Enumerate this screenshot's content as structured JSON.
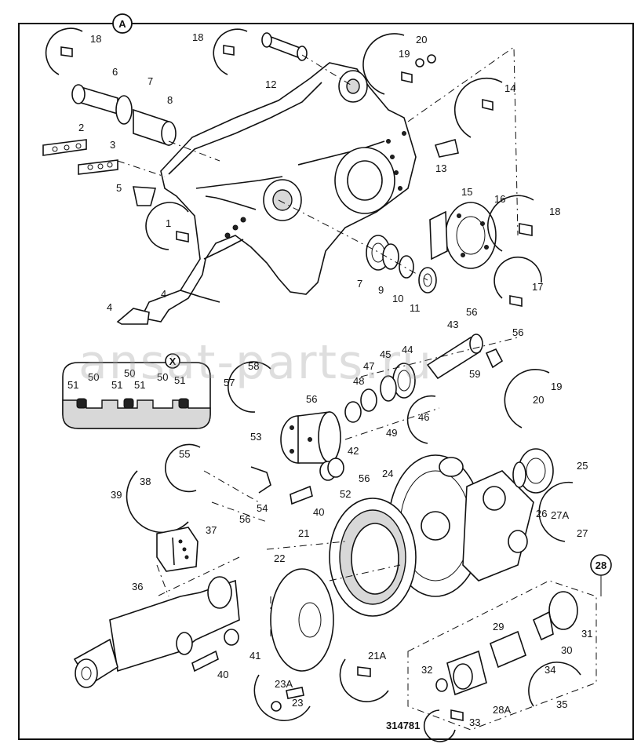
{
  "figure": {
    "corner_mark": "",
    "main_ref": "A",
    "drawing_number": "314781",
    "watermark": "ansat-parts.ru",
    "detail_x": "X",
    "kit_ref": "28"
  },
  "detail_x_labels": [
    "51",
    "50",
    "51",
    "50",
    "51",
    "50",
    "51"
  ],
  "callouts": [
    "18",
    "18",
    "6",
    "7",
    "8",
    "12",
    "20",
    "19",
    "14",
    "2",
    "3",
    "13",
    "5",
    "15",
    "16",
    "18",
    "1",
    "7",
    "9",
    "10",
    "11",
    "17",
    "4",
    "4",
    "56",
    "43",
    "45",
    "44",
    "56",
    "58",
    "47",
    "57",
    "48",
    "59",
    "56",
    "19",
    "20",
    "46",
    "53",
    "49",
    "55",
    "42",
    "56",
    "24",
    "25",
    "52",
    "38",
    "39",
    "54",
    "56",
    "40",
    "26",
    "27A",
    "27",
    "37",
    "21",
    "22",
    "36",
    "41",
    "40",
    "21A",
    "23A",
    "23",
    "29",
    "31",
    "30",
    "32",
    "34",
    "35",
    "28A",
    "33"
  ],
  "colors": {
    "ink": "#111111",
    "paper": "#ffffff",
    "watermark": "#a0a0a0"
  }
}
